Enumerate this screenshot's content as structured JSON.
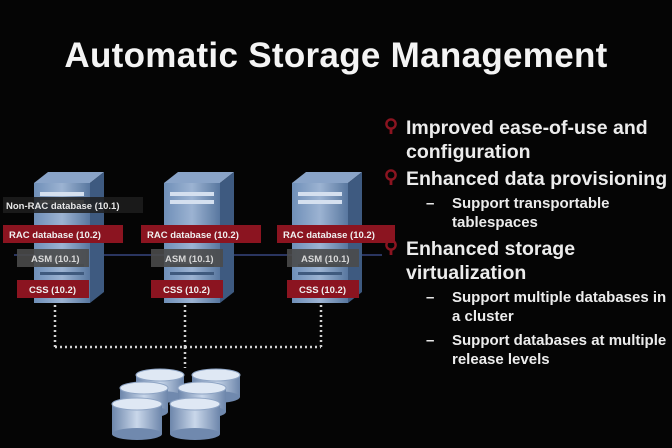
{
  "title": "Automatic Storage Management",
  "colors": {
    "background": "#050505",
    "accent": "#8b1420",
    "server": "#5c7fa8",
    "disk": "#a9bcd8"
  },
  "nodes": [
    {
      "db_label": "Non-RAC database (10.1)",
      "rac_label": "RAC database (10.2)",
      "asm_label": "ASM (10.1)",
      "css_label": "CSS (10.2)"
    },
    {
      "rac_label": "RAC database (10.2)",
      "asm_label": "ASM (10.1)",
      "css_label": "CSS (10.2)"
    },
    {
      "rac_label": "RAC database (10.2)",
      "asm_label": "ASM (10.1)",
      "css_label": "CSS (10.2)"
    }
  ],
  "bullets": [
    {
      "text": "Improved ease-of-use and configuration",
      "subs": []
    },
    {
      "text": "Enhanced data provisioning",
      "subs": [
        "Support transportable tablespaces"
      ]
    },
    {
      "text": "Enhanced storage virtualization",
      "subs": [
        "Support multiple databases in a cluster",
        "Support databases at multiple release levels"
      ]
    }
  ],
  "icons": {
    "bullet_marker": "bulb-icon",
    "sub_marker": "dash"
  }
}
